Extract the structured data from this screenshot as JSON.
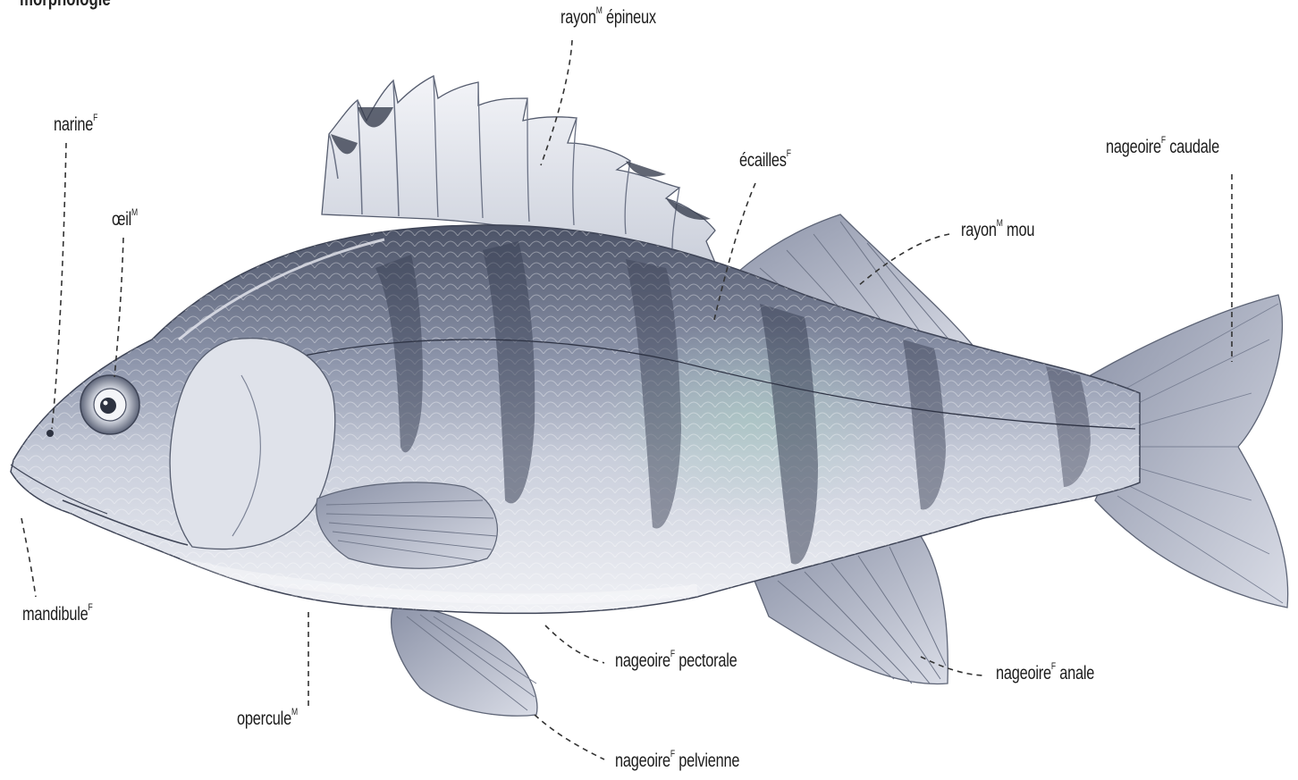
{
  "header_fragment": "morphologie",
  "labels": {
    "rayon_epineux": {
      "text": "rayon",
      "sup": "M",
      "suffix": " épineux"
    },
    "narine": {
      "text": "narine",
      "sup": "F",
      "suffix": ""
    },
    "ecailles": {
      "text": "écailles",
      "sup": "F",
      "suffix": ""
    },
    "nageoire_caudale": {
      "text": "nageoire",
      "sup": "F",
      "suffix": " caudale"
    },
    "oeil": {
      "text": "œil",
      "sup": "M",
      "suffix": ""
    },
    "rayon_mou": {
      "text": "rayon",
      "sup": "M",
      "suffix": " mou"
    },
    "mandibule": {
      "text": "mandibule",
      "sup": "F",
      "suffix": ""
    },
    "nageoire_pectorale": {
      "text": "nageoire",
      "sup": "F",
      "suffix": " pectorale"
    },
    "nageoire_anale": {
      "text": "nageoire",
      "sup": "F",
      "suffix": " anale"
    },
    "opercule": {
      "text": "opercule",
      "sup": "M",
      "suffix": ""
    },
    "nageoire_pelvienne": {
      "text": "nageoire",
      "sup": "F",
      "suffix": " pelvienne"
    }
  },
  "colors": {
    "body_dark": "#4e5569",
    "body_mid": "#9aa2b8",
    "belly": "#eef0f5",
    "band": "#3f465a",
    "fin": "#b9bfd0",
    "leader_line": "#333333"
  }
}
